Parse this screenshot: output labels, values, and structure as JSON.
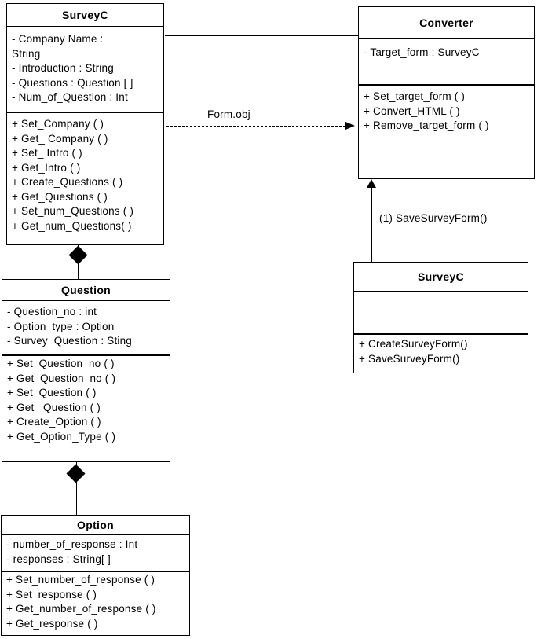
{
  "colors": {
    "line": "#000000",
    "text": "#000000",
    "background": "#ffffff",
    "box_fill": "#ffffff"
  },
  "classes": {
    "surveyc_main": {
      "title": "SurveyC",
      "attributes": [
        "- Company Name :",
        "String",
        "- Introduction : String",
        "- Questions : Question [ ]",
        "- Num_of_Question : Int"
      ],
      "methods": [
        "+ Set_Company ( )",
        "+ Get_ Company ( )",
        "+ Set_ Intro ( )",
        "+ Get_Intro ( )",
        "+ Create_Questions ( )",
        "+ Get_Questions ( )",
        "+ Set_num_Questions ( )",
        "+ Get_num_Questions( )"
      ]
    },
    "converter": {
      "title": "Converter",
      "attributes": [
        "- Target_form : SurveyC"
      ],
      "methods": [
        "+ Set_target_form ( )",
        "+ Convert_HTML ( )",
        "+ Remove_target_form ( )"
      ]
    },
    "surveyc_object": {
      "title": "SurveyC",
      "attributes": [],
      "methods": [
        "+ CreateSurveyForm()",
        "+ SaveSurveyForm()"
      ]
    },
    "question": {
      "title": "Question",
      "attributes": [
        "- Question_no : int",
        "- Option_type : Option",
        "- Survey  Question : Sting"
      ],
      "methods": [
        "+ Set_Question_no ( )",
        "+ Get_Question_no ( )",
        "+ Set_Question ( )",
        "+ Get_ Question ( )",
        "+ Create_Option ( )",
        "+ Get_Option_Type ( )"
      ]
    },
    "option": {
      "title": "Option",
      "attributes": [
        "- number_of_response : Int",
        "- responses : String[ ]"
      ],
      "methods": [
        "+ Set_number_of_response ( )",
        "+ Set_response ( )",
        "+ Get_number_of_response ( )",
        "+ Get_response ( )"
      ]
    }
  },
  "connectors": {
    "association_surveyc_converter": {
      "type": "solid-line"
    },
    "dependency_surveyc_converter": {
      "type": "dashed-arrow",
      "label": "Form.obj"
    },
    "message_surveycobj_converter": {
      "type": "solid-arrow-up",
      "label": "(1) SaveSurveyForm()"
    },
    "composition_surveyc_question": {
      "type": "composition-diamond"
    },
    "composition_question_option": {
      "type": "composition-diamond"
    }
  }
}
